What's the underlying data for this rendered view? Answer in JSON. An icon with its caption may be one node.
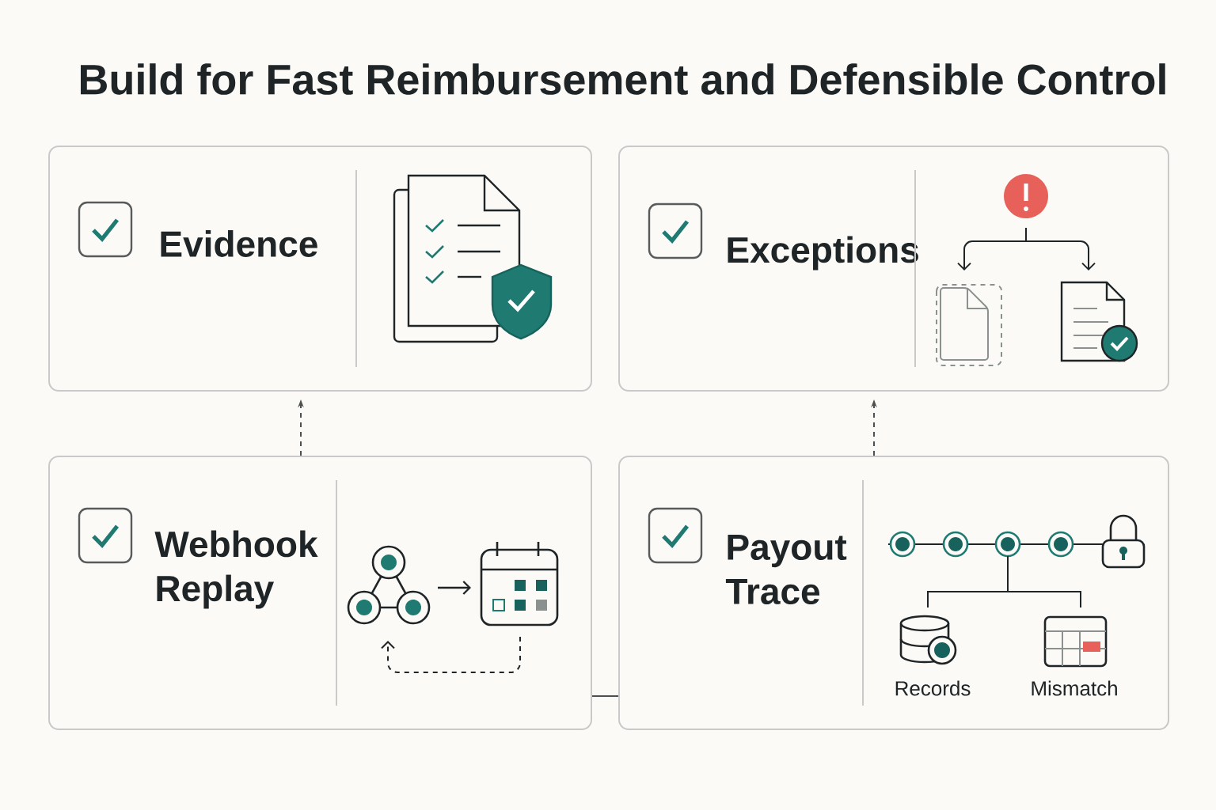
{
  "diagram": {
    "title": "Build for Fast Reimbursement and Defensible Control",
    "nodes": [
      {
        "text": [
          "Evidence"
        ]
      },
      {
        "text": [
          "Exceptions"
        ]
      },
      {
        "text": [
          "Webhook Replay"
        ]
      },
      {
        "text": [
          "Payout Trace"
        ]
      }
    ],
    "edges": [
      {
        "from": 2,
        "to": 0,
        "arrow": "to",
        "style": "dashed"
      },
      {
        "from": 3,
        "to": 1,
        "arrow": "to",
        "style": "dashed"
      },
      {
        "from": 2,
        "to": 3,
        "arrow": "none"
      }
    ],
    "labels": [
      "Records",
      "Mismatch"
    ]
  }
}
